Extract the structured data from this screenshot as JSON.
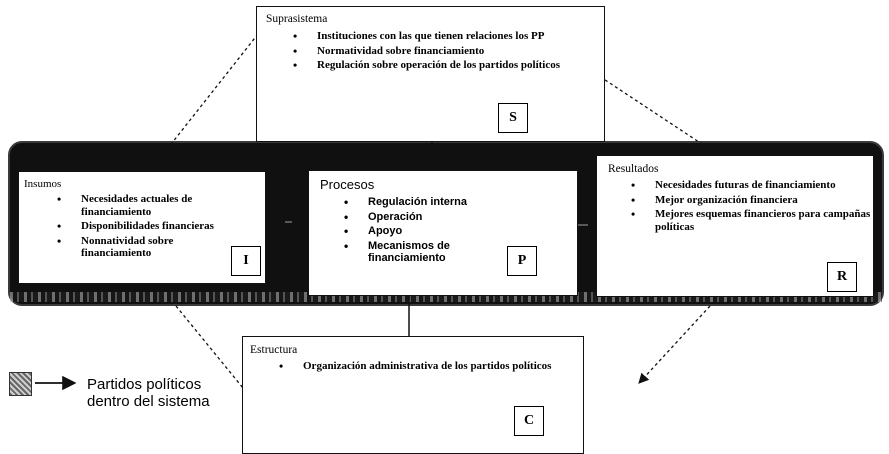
{
  "suprasistema": {
    "title": "Suprasistema",
    "items": [
      "Instituciones con las que tienen relaciones los PP",
      "Normatividad sobre financiamiento",
      "Regulación sobre operación de los partidos políticos"
    ],
    "tag": "S"
  },
  "insumos": {
    "title": "Insumos",
    "items": [
      "Necesidades actuales de financiamiento",
      "Disponibilidades financieras",
      "Nonnatividad sobre financiamiento"
    ],
    "tag": "I"
  },
  "procesos": {
    "title": "Procesos",
    "items": [
      "Regulación interna",
      "Operación",
      "Apoyo",
      "Mecanismos de financiamiento"
    ],
    "tag": "P"
  },
  "resultados": {
    "title": "Resultados",
    "items": [
      "Necesidades futuras de financiamiento",
      "Mejor organización financiera",
      "Mejores esquemas financieros para campañas políticas"
    ],
    "tag": "R"
  },
  "estructura": {
    "title": "Estructura",
    "items": [
      "Organización administrativa de los partidos políticos"
    ],
    "tag": "C"
  },
  "legend": {
    "label": "Partidos políticos dentro del sistema"
  }
}
